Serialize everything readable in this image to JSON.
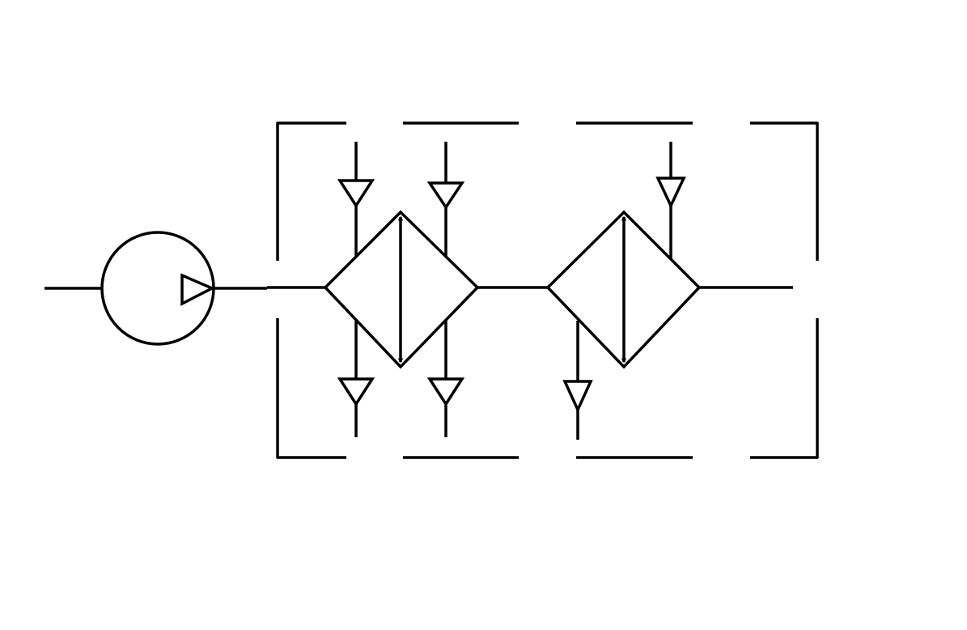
{
  "diagram": {
    "kind": "hydraulic-schematic",
    "stroke_color": "#000000",
    "background": "#ffffff",
    "components": [
      {
        "name": "pump",
        "symbol": "circle-with-triangle"
      },
      {
        "name": "equipment-enclosure",
        "symbol": "dashed-rectangle"
      },
      {
        "name": "heat-exchanger-1",
        "symbol": "diamond-with-double-arrow"
      },
      {
        "name": "heat-exchanger-2",
        "symbol": "diamond-with-double-arrow"
      }
    ],
    "flow_ports": [
      {
        "name": "hx1-inlet-top-left",
        "direction": "down"
      },
      {
        "name": "hx1-inlet-top-right",
        "direction": "down"
      },
      {
        "name": "hx1-outlet-bottom-left",
        "direction": "down"
      },
      {
        "name": "hx1-outlet-bottom-right",
        "direction": "down"
      },
      {
        "name": "hx2-inlet-top",
        "direction": "down"
      },
      {
        "name": "hx2-outlet-bottom",
        "direction": "down"
      }
    ]
  }
}
